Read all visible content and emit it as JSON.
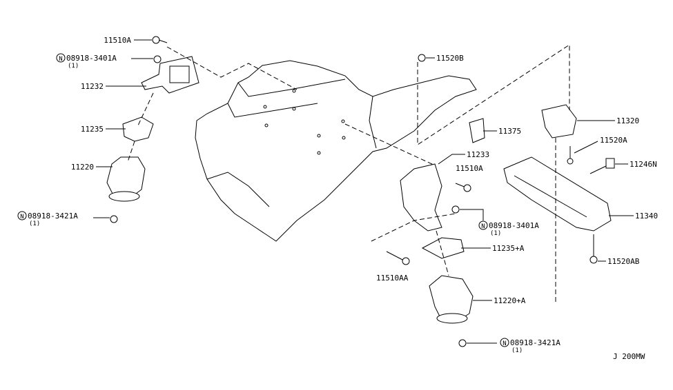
{
  "labels": {
    "l_11510A_top": "11510A",
    "l_08918_3401A_left": "08918-3401A",
    "l_08918_3401A_left_qty": "(1)",
    "l_11232": "11232",
    "l_11235": "11235",
    "l_11220": "11220",
    "l_08918_3421A_left": "08918-3421A",
    "l_08918_3421A_left_qty": "(1)",
    "l_11520B": "11520B",
    "l_11375": "11375",
    "l_11233": "11233",
    "l_11510A_mid": "11510A",
    "l_08918_3401A_right": "08918-3401A",
    "l_08918_3401A_right_qty": "(1)",
    "l_11235A": "11235+A",
    "l_11510AA": "11510AA",
    "l_11220A": "11220+A",
    "l_08918_3421A_right": "08918-3421A",
    "l_08918_3421A_right_qty": "(1)",
    "l_11320": "11320",
    "l_11520A": "11520A",
    "l_11246N": "11246N",
    "l_11340": "11340",
    "l_11520AB": "11520AB",
    "nut_symbol": "N",
    "diagram_code": "J 200MW"
  }
}
